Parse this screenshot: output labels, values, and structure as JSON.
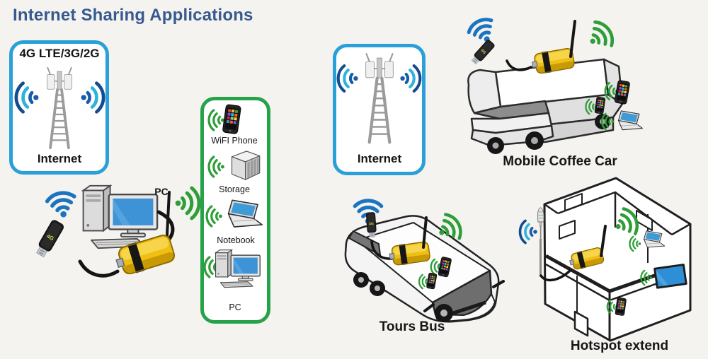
{
  "title": "Internet Sharing Applications",
  "left_internet_box": {
    "network": "4G LTE/3G/2G",
    "label": "Internet"
  },
  "center_internet_box": {
    "label": "Internet"
  },
  "client_devices_box": {
    "items": [
      "WiFI Phone",
      "Storage",
      "Notebook",
      "PC"
    ]
  },
  "pc_scene": {
    "pc_label": "PC"
  },
  "dongle_logo": "4G",
  "captions": {
    "coffee_car": "Mobile Coffee Car",
    "tours_bus": "Tours Bus",
    "hotspot_extend": "Hotspot extend"
  },
  "colors": {
    "title_text": "#37598f",
    "internet_box_border": "#29a0d8",
    "devices_box_border": "#27a24b",
    "wifi_blue": "#1b74c0",
    "wifi_green": "#2f9e38",
    "router_yellow": "#efbf13"
  }
}
